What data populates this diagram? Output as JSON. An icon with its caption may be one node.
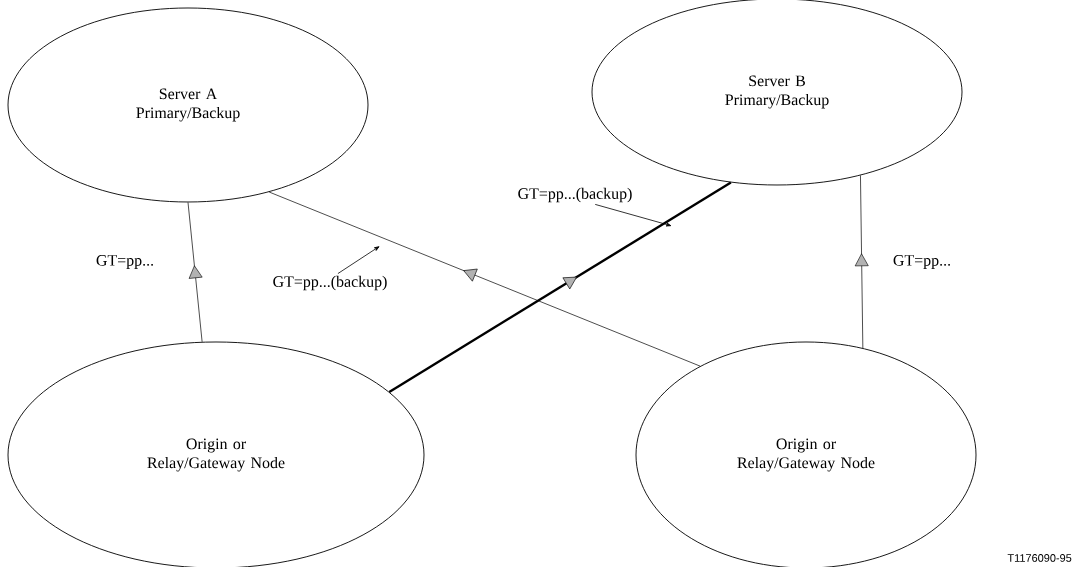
{
  "diagram": {
    "nodes": [
      {
        "text": [
          "Server A Primary/Backup"
        ]
      },
      {
        "text": [
          "Server B Primary/Backup"
        ]
      },
      {
        "text": [
          "GT=pp...(backup)"
        ]
      },
      {
        "text": [
          "GT=pp...(backup)"
        ]
      },
      {
        "text": [
          "Origin or Relay/Gateway Node"
        ]
      },
      {
        "text": [
          "Origin or Relay/Gateway Node"
        ]
      }
    ],
    "edges": [
      {
        "from": 4,
        "to": 0,
        "arrow": "to",
        "label": "GT=pp..."
      },
      {
        "from": 5,
        "to": 0,
        "arrow": "to"
      },
      {
        "from": 4,
        "to": 1,
        "arrow": "to",
        "style": "thick"
      },
      {
        "from": 5,
        "to": 1,
        "arrow": "to",
        "label": "GT=pp..."
      },
      {
        "from": 2,
        "to": null,
        "arrow": "to"
      },
      {
        "from": 3,
        "to": null,
        "arrow": "to"
      }
    ],
    "labels": [
      "T1176090-95"
    ]
  }
}
